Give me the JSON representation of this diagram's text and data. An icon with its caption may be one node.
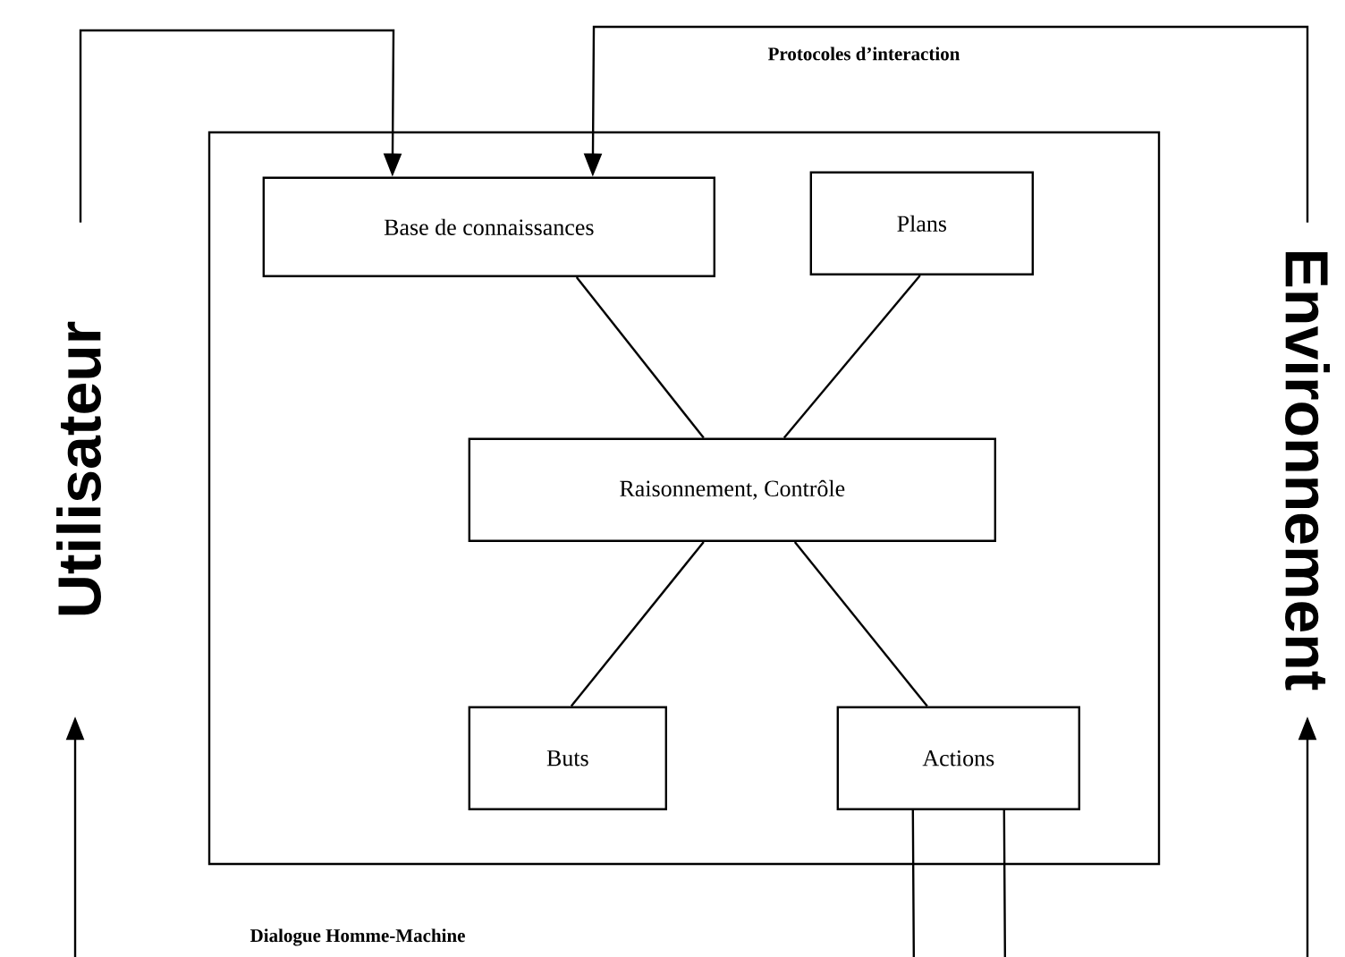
{
  "diagram": {
    "nodes": [
      {
        "text": [
          "Utilisateur"
        ]
      },
      {
        "text": [],
        "shape": "box"
      },
      {
        "text": [
          "Base de connaissances"
        ],
        "in": 1
      },
      {
        "text": [
          "Plans"
        ],
        "in": 1
      },
      {
        "text": [
          "Raisonnement, Contrôle"
        ],
        "in": 1
      },
      {
        "text": [
          "Buts"
        ],
        "in": 1
      },
      {
        "text": [
          "Actions"
        ],
        "in": 1
      },
      {
        "text": [
          "Environnement"
        ]
      }
    ],
    "edges": [
      {
        "from": 0,
        "to": 2,
        "arrow": "to"
      },
      {
        "from": 7,
        "to": 2,
        "arrow": "to"
      },
      {
        "from": 2,
        "to": 4,
        "arrow": "none"
      },
      {
        "from": 3,
        "to": 4,
        "arrow": "none"
      },
      {
        "from": 4,
        "to": 5,
        "arrow": "none"
      },
      {
        "from": 4,
        "to": 6,
        "arrow": "none"
      },
      {
        "from": 6,
        "to": 0,
        "arrow": "to"
      },
      {
        "from": 6,
        "to": 7,
        "arrow": "to"
      }
    ],
    "labels": [
      "Protocoles d’interaction",
      "Dialogue Homme-Machine"
    ]
  }
}
